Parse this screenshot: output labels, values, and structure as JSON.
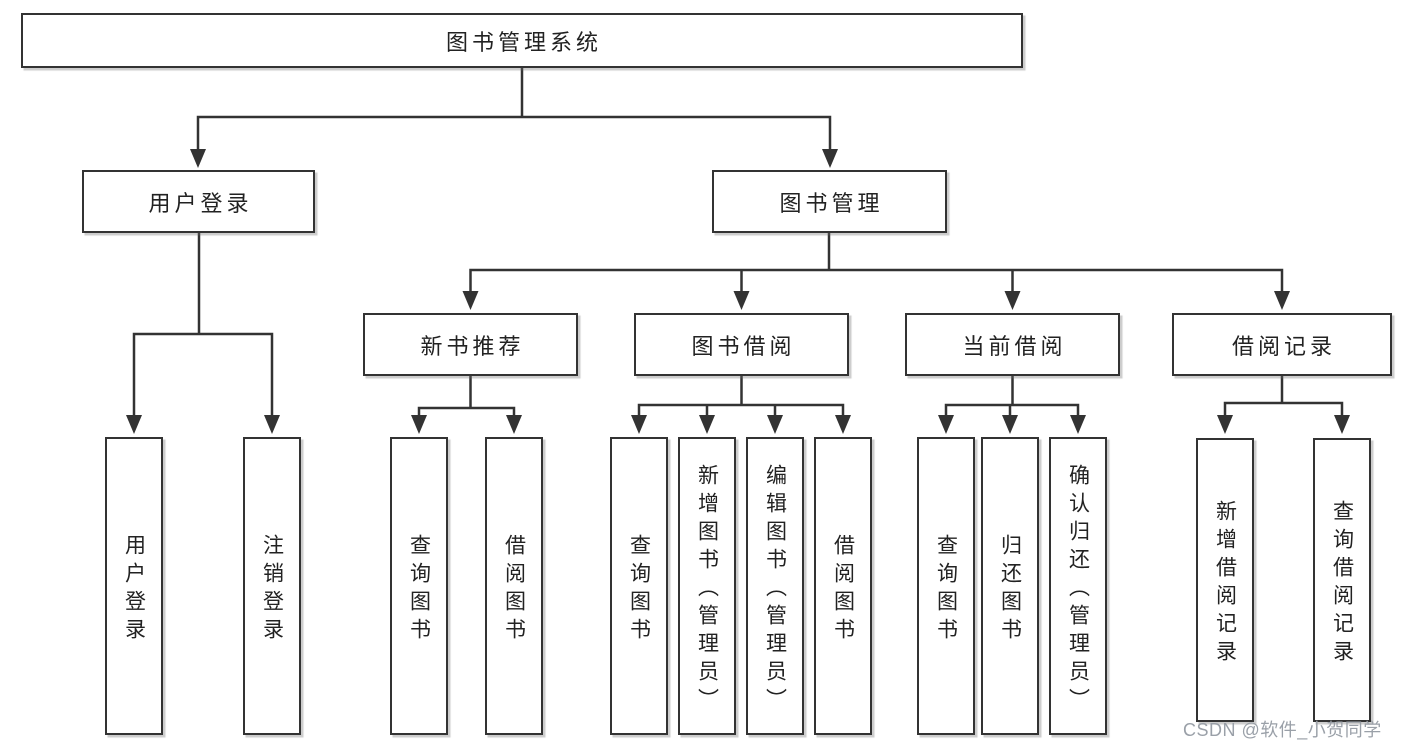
{
  "diagram": {
    "root": {
      "label": "图书管理系统"
    },
    "level2": {
      "user_login": {
        "label": "用户登录"
      },
      "book_mgmt": {
        "label": "图书管理"
      }
    },
    "level3": {
      "new_book_rec": {
        "label": "新书推荐"
      },
      "book_borrow": {
        "label": "图书借阅"
      },
      "current_borrow": {
        "label": "当前借阅"
      },
      "borrow_record": {
        "label": "借阅记录"
      }
    },
    "leaves": {
      "user_login": {
        "label": "用户登录"
      },
      "logout": {
        "label": "注销登录"
      },
      "rec_query_book": {
        "label": "查询图书"
      },
      "rec_borrow_book": {
        "label": "借阅图书"
      },
      "bb_query_book": {
        "label": "查询图书"
      },
      "bb_add_book": {
        "label": "新增图书（管理员）"
      },
      "bb_edit_book": {
        "label": "编辑图书（管理员）"
      },
      "bb_borrow_book": {
        "label": "借阅图书"
      },
      "cb_query_book": {
        "label": "查询图书"
      },
      "cb_return_book": {
        "label": "归还图书"
      },
      "cb_confirm_return": {
        "label": "确认归还（管理员）"
      },
      "br_add_record": {
        "label": "新增借阅记录"
      },
      "br_query_record": {
        "label": "查询借阅记录"
      }
    }
  },
  "watermark": {
    "text": "CSDN @软件_小贺同学"
  },
  "colors": {
    "line": "#333333",
    "box_border": "#333333",
    "text": "#222222",
    "watermark": "#9aa0a8",
    "background": "#ffffff"
  }
}
